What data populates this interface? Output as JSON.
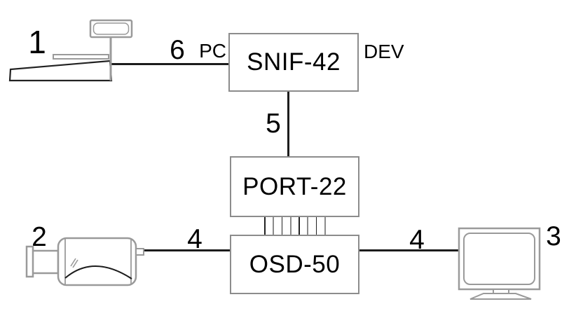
{
  "boxes": {
    "snif": {
      "label": "SNIF-42"
    },
    "port": {
      "label": "PORT-22"
    },
    "osd": {
      "label": "OSD-50"
    }
  },
  "io_labels": {
    "pc": "PC",
    "dev": "DEV"
  },
  "devices": {
    "cash_register": {
      "number": "1",
      "icon": "cash-register-icon"
    },
    "camera": {
      "number": "2",
      "icon": "camera-icon"
    },
    "monitor": {
      "number": "3",
      "icon": "monitor-icon"
    }
  },
  "connections": {
    "register_to_snif": {
      "label": "6"
    },
    "snif_to_port": {
      "label": "5"
    },
    "camera_to_osd": {
      "label": "4"
    },
    "osd_to_monitor": {
      "label": "4"
    }
  },
  "colors": {
    "background": "#ffffff",
    "box_border": "#8c8c8c",
    "device_stroke": "#9a9a9a",
    "connection_line": "#1c1c1c",
    "text": "#000000"
  }
}
